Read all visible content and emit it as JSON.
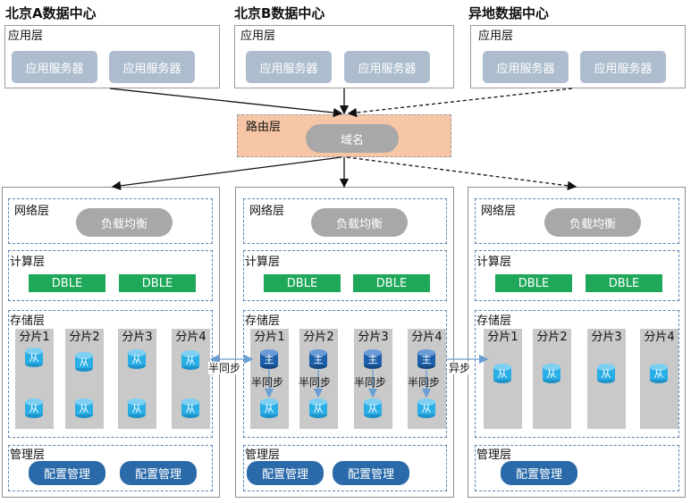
{
  "datacenters": {
    "a": {
      "title": "北京A数据中心"
    },
    "b": {
      "title": "北京B数据中心"
    },
    "remote": {
      "title": "异地数据中心"
    }
  },
  "layers": {
    "app": "应用层",
    "route": "路由层",
    "network": "网络层",
    "compute": "计算层",
    "storage": "存储层",
    "management": "管理层"
  },
  "labels": {
    "app_server": "应用服务器",
    "domain": "域名",
    "load_balancer": "负载均衡",
    "dble": "DBLE",
    "config_mgmt": "配置管理",
    "shards": [
      "分片1",
      "分片2",
      "分片3",
      "分片4"
    ],
    "master": "主",
    "slave": "从",
    "semi_sync": "半同步",
    "async": "异步"
  },
  "colors": {
    "app_server": "#aebdce",
    "route_bg": "#f7c6a6",
    "pill": "#a8a8a8",
    "dble": "#1fa85a",
    "config": "#2a6aa8",
    "dash_border": "#5b84b1",
    "shard_col": "#c9c9c9",
    "db_slave": "#29aee6",
    "db_master": "#1d5fa8",
    "arrow_blue": "#6a9fd4"
  }
}
